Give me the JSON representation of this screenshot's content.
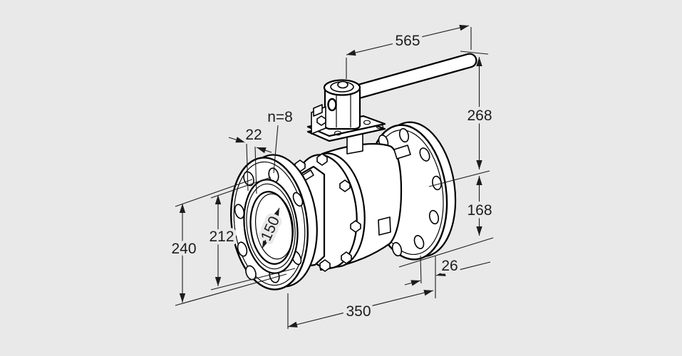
{
  "page": {
    "background_color": "#e9e9e9"
  },
  "drawing": {
    "subject": "isometric technical drawing of a flanged ball valve with lever handle",
    "line_color": "#000000",
    "annotation_color": "#1c1c1c",
    "labels": {
      "handle_length": "565",
      "height_center_to_handle": "268",
      "height_center_to_bottom": "168",
      "flange_outer_dim": "240",
      "flange_face_dim": "212",
      "bolt_hole_dia": "22",
      "bolt_count": "n=8",
      "bore_dia": "150",
      "flange_thickness": "26",
      "face_to_face": "350"
    }
  }
}
